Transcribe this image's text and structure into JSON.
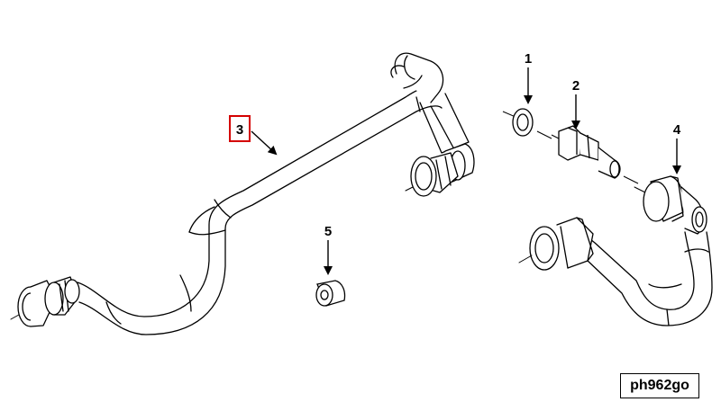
{
  "callouts": {
    "c1": "1",
    "c2": "2",
    "c3": "3",
    "c4": "4",
    "c5": "5"
  },
  "figure_code": "ph962go",
  "colors": {
    "line": "#000000",
    "highlight_box": "#d40000",
    "background": "#ffffff"
  }
}
